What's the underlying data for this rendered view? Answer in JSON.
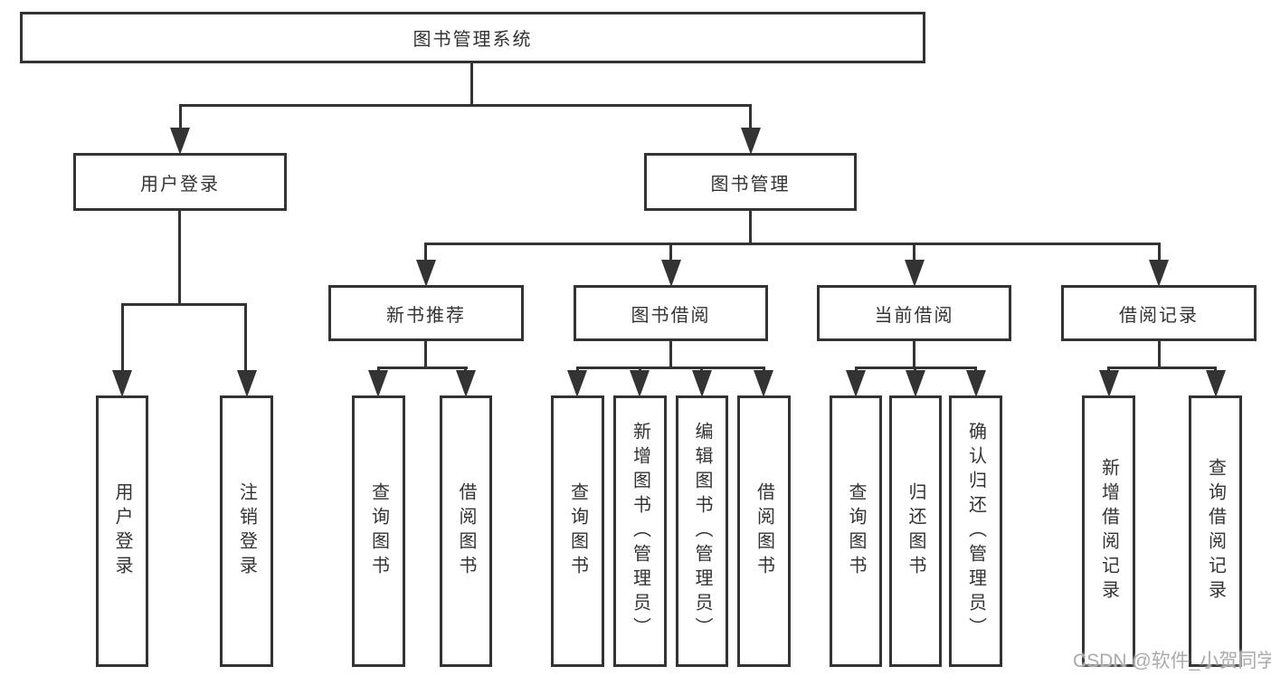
{
  "diagram": {
    "tree": {
      "root": "图书管理系统",
      "children": [
        {
          "label": "用户登录",
          "children": [
            "用户登录",
            "注销登录"
          ]
        },
        {
          "label": "图书管理",
          "children": [
            {
              "label": "新书推荐",
              "children": [
                "查询图书",
                "借阅图书"
              ]
            },
            {
              "label": "图书借阅",
              "children": [
                "查询图书",
                "新增图书（管理员）",
                "编辑图书（管理员）",
                "借阅图书"
              ]
            },
            {
              "label": "当前借阅",
              "children": [
                "查询图书",
                "归还图书",
                "确认归还（管理员）"
              ]
            },
            {
              "label": "借阅记录",
              "children": [
                "新增借阅记录",
                "查询借阅记录"
              ]
            }
          ]
        }
      ]
    }
  },
  "watermark": {
    "text": "CSDN @软件_小贺同学"
  },
  "colors": {
    "line": "#333333",
    "text": "#333333",
    "background": "#ffffff",
    "watermark": "#ababab"
  }
}
